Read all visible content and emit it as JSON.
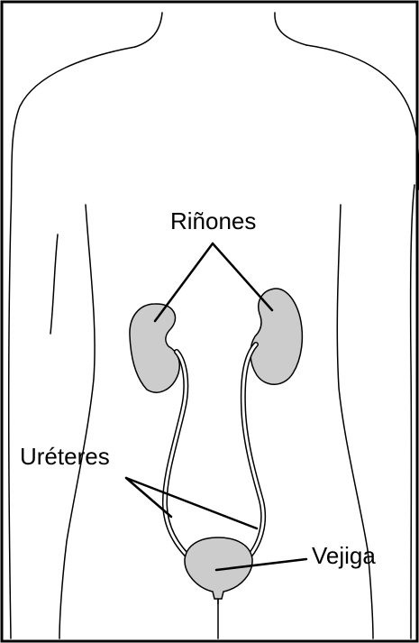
{
  "diagram": {
    "labels": {
      "kidneys": "Riñones",
      "ureters": "Uréteres",
      "bladder": "Vejiga"
    },
    "colors": {
      "outline": "#000000",
      "organ_fill": "#cccccc",
      "background": "#ffffff"
    }
  }
}
